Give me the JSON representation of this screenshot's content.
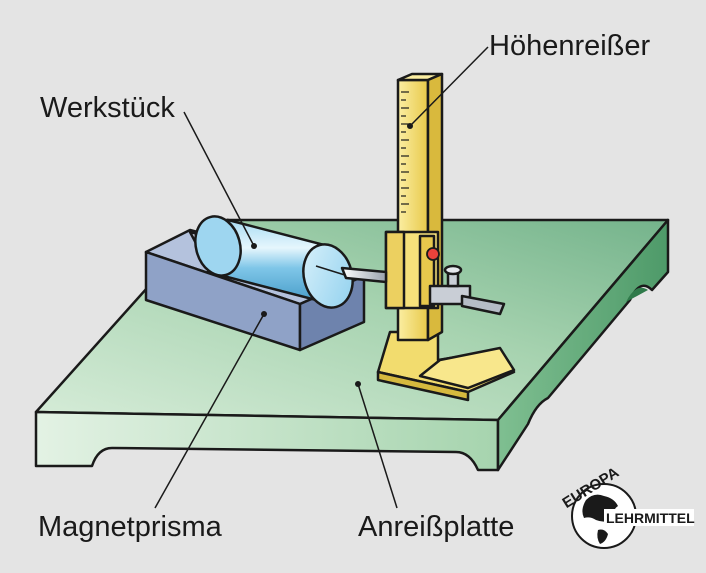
{
  "labels": {
    "height_gauge": "Höhenreißer",
    "workpiece": "Werkstück",
    "magnetic_prism": "Magnetprisma",
    "marking_plate": "Anreißplatte"
  },
  "logo": {
    "top": "EUROPA",
    "bottom": "LEHRMITTEL"
  },
  "colors": {
    "background": "#e4e4e4",
    "plate_top": "#8cc29d",
    "plate_front": "#c4e4c8",
    "plate_side": "#5ea477",
    "prism": "#8fa2c7",
    "cylinder": "#7fc6e8",
    "gauge": "#f2dc6e",
    "outline": "#1a1a1a"
  }
}
